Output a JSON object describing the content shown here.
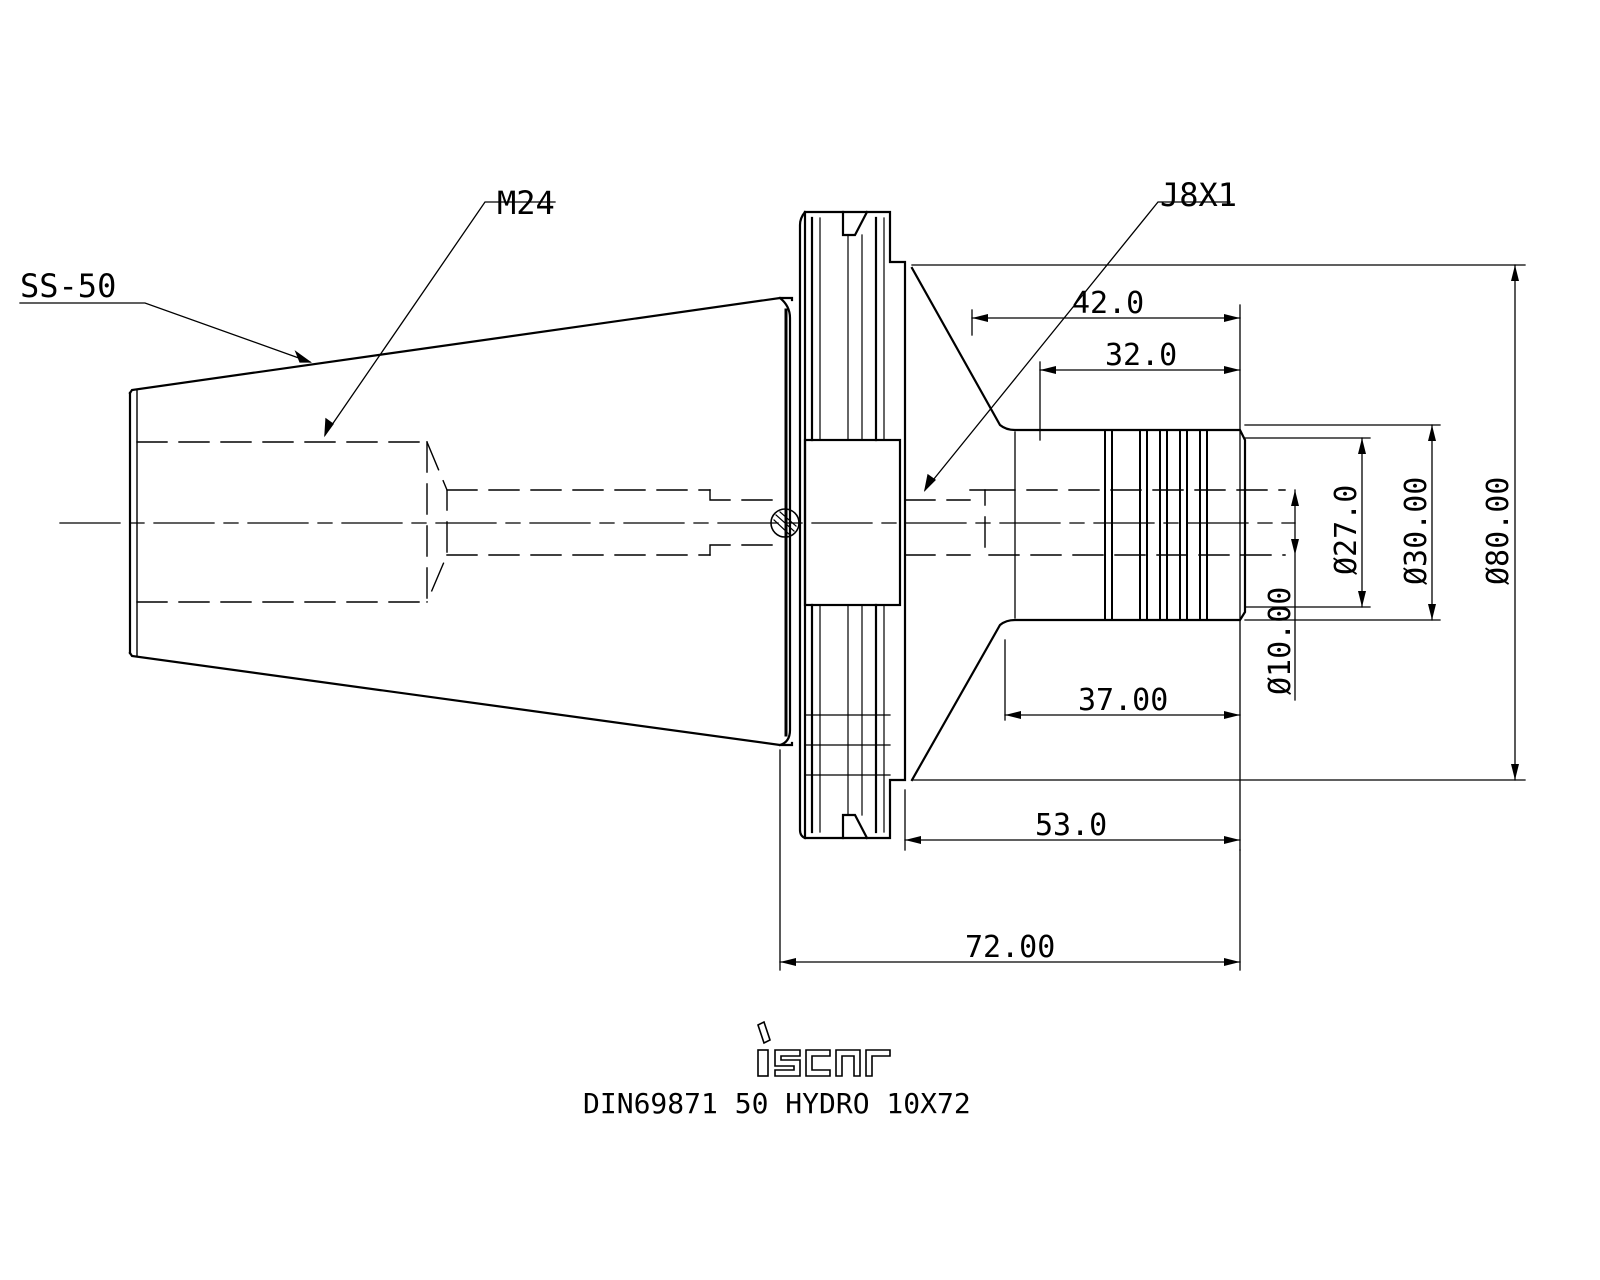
{
  "labels": {
    "taper": "SS-50",
    "thread": "M24",
    "coolant": "J8X1"
  },
  "dimensions": {
    "d42": "42.0",
    "d32": "32.0",
    "d37": "37.00",
    "d53": "53.0",
    "d72": "72.00",
    "dia27": "Ø27.0",
    "dia30": "Ø30.00",
    "dia80": "Ø80.00",
    "dia10": "Ø10.00"
  },
  "logo": "iscar",
  "caption": "DIN69871 50 HYDRO 10X72"
}
